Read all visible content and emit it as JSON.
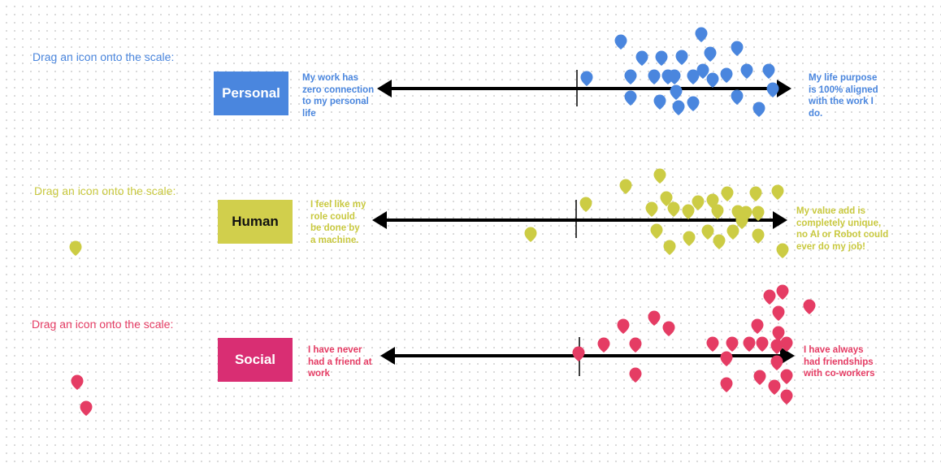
{
  "sections": [
    {
      "id": "personal",
      "color": "#4a86de",
      "instruction": "Drag an icon onto the scale:",
      "label": "Personal",
      "label_color": "#ffffff",
      "label_bg": "#4a86de",
      "left_text": [
        "My work has",
        "zero connection",
        "to my personal",
        "life"
      ],
      "right_text": [
        "My life purpose",
        "is 100% aligned",
        "with the work I",
        "do."
      ],
      "loose_icons": []
    },
    {
      "id": "human",
      "color": "#cccc44",
      "instruction": "Drag an icon onto the scale:",
      "label": "Human",
      "label_color": "#111111",
      "label_bg": "#d1cf4c",
      "left_text": [
        "I feel like my",
        "role could",
        "be done by",
        "a machine."
      ],
      "right_text": [
        "My  value add is",
        "completely unique,",
        "no AI or Robot could",
        "ever do my job!"
      ],
      "loose_icons": [
        1
      ]
    },
    {
      "id": "social",
      "color": "#e53c64",
      "instruction": "Drag an icon onto the scale:",
      "label": "Social",
      "label_color": "#ffffff",
      "label_bg": "#d92e73",
      "left_text": [
        "I have never",
        "had a friend at",
        "work"
      ],
      "right_text": [
        "I have always",
        "had friendships",
        "with co-workers"
      ],
      "loose_icons": [
        1,
        2
      ]
    }
  ]
}
